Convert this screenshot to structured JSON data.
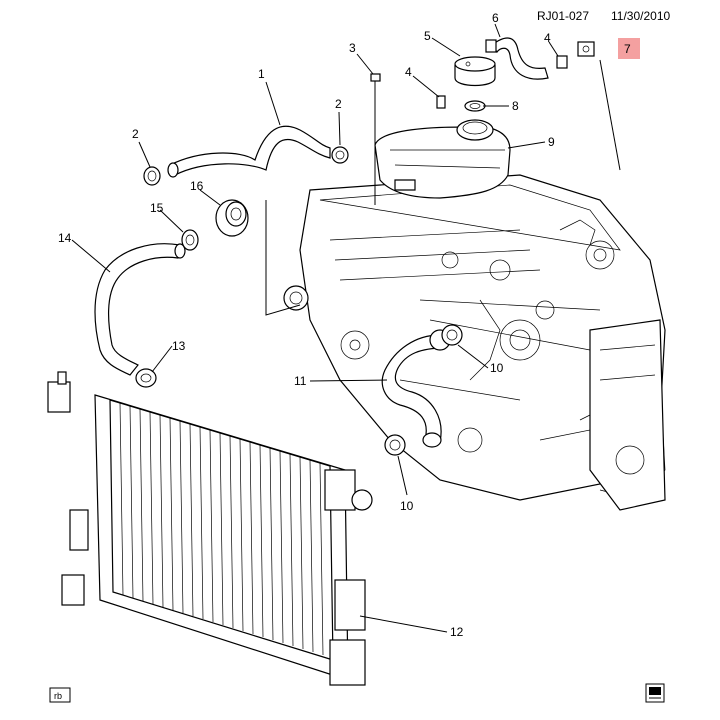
{
  "header": {
    "code": "RJ01-027",
    "date": "11/30/2010"
  },
  "callouts": {
    "c1": "1",
    "c2a": "2",
    "c2b": "2",
    "c3": "3",
    "c4a": "4",
    "c4b": "4",
    "c5": "5",
    "c6": "6",
    "c7": "7",
    "c8": "8",
    "c9": "9",
    "c10a": "10",
    "c10b": "10",
    "c11": "11",
    "c12": "12",
    "c13": "13",
    "c14": "14",
    "c15": "15",
    "c16": "16"
  },
  "footer": {
    "tag": "rb"
  },
  "colors": {
    "highlight": "#f4a0a0",
    "ink": "#000000"
  }
}
